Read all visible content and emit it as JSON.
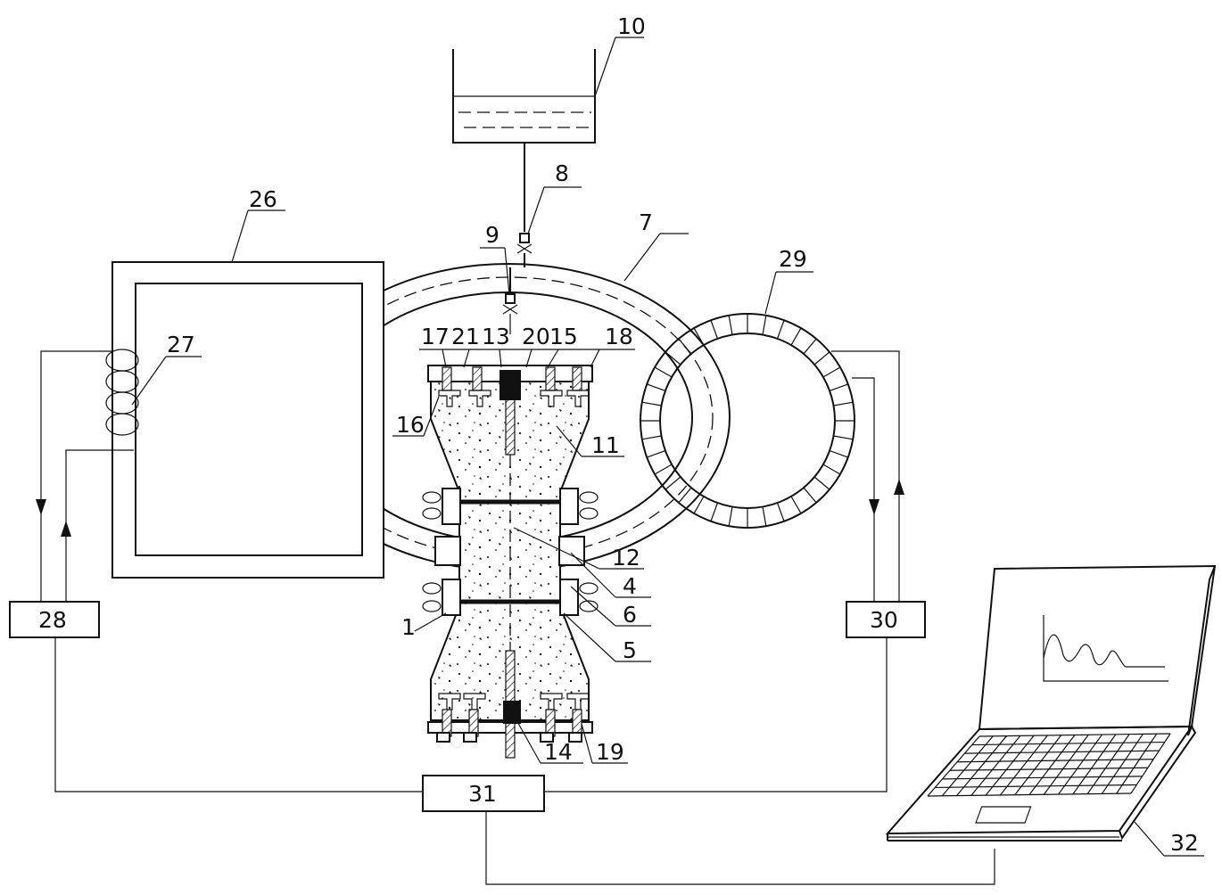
{
  "labels": {
    "l1": "1",
    "l4": "4",
    "l5": "5",
    "l6": "6",
    "l7": "7",
    "l8": "8",
    "l9": "9",
    "l10": "10",
    "l11": "11",
    "l12": "12",
    "l13": "13",
    "l14": "14",
    "l15": "15",
    "l16": "16",
    "l17": "17",
    "l18": "18",
    "l19": "19",
    "l20": "20",
    "l21": "21",
    "l26": "26",
    "l27": "27",
    "l28": "28",
    "l29": "29",
    "l30": "30",
    "l31": "31",
    "l32": "32"
  },
  "colors": {
    "line": "#111111",
    "fill": "#ffffff"
  }
}
